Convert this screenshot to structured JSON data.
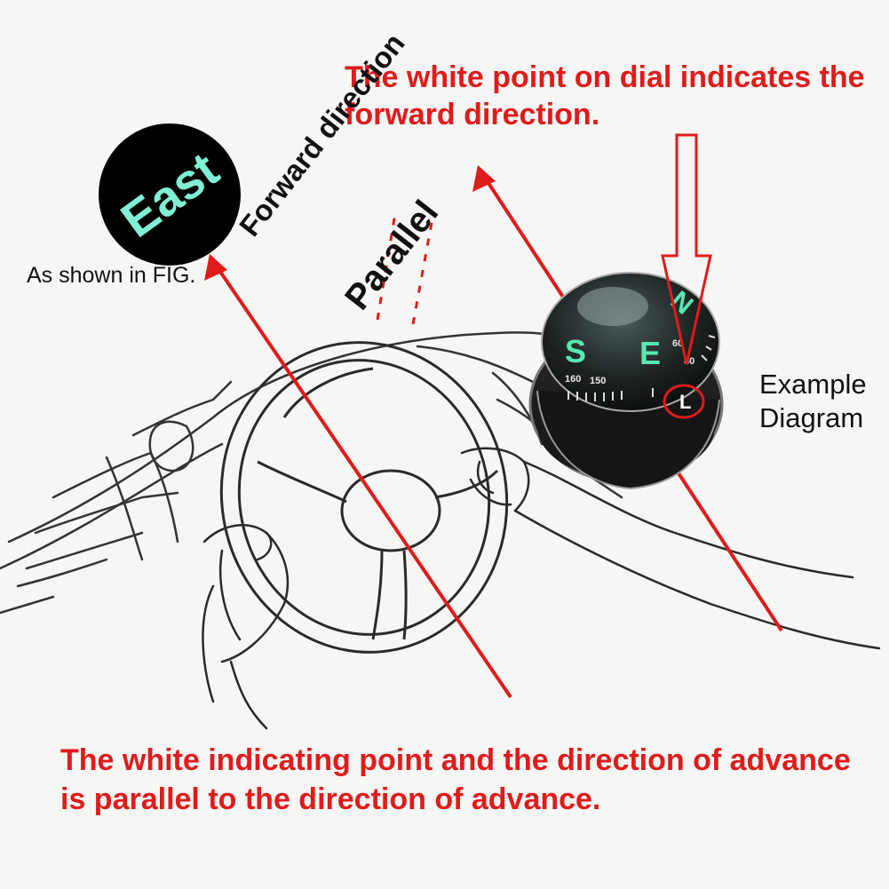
{
  "captions": {
    "top": "The white point on dial indicates the forward direction.",
    "bottom": "The white indicating point and the direction of advance is parallel to the direction of advance."
  },
  "labels": {
    "forward_direction": "Forward direction",
    "parallel": "Parallel",
    "fig_note": "As shown in FIG.",
    "example_diagram": "Example Diagram"
  },
  "east_disc": {
    "text": "East",
    "background": "#000000",
    "text_color": "#7ff0d4"
  },
  "compass_dial": {
    "letters": [
      "S",
      "E",
      "N"
    ],
    "marker": "L",
    "numbers": [
      "160",
      "150",
      "60",
      "80"
    ]
  },
  "colors": {
    "annotation_red": "#e01b1b",
    "background": "#f6f6f4",
    "sketch_line": "#333333"
  }
}
